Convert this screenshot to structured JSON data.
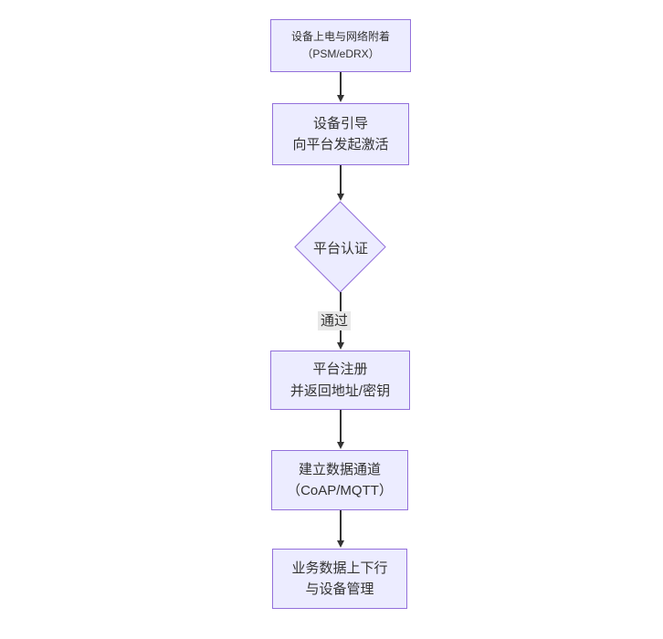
{
  "diagram": {
    "type": "flowchart",
    "direction": "top-to-bottom",
    "colors": {
      "node_fill": "#ECECFF",
      "node_border": "#9370DB",
      "edge_color": "#333333",
      "text_color": "#333333",
      "edge_label_bg": "#e8e8e8",
      "canvas_bg": "#ffffff"
    },
    "nodes": [
      {
        "id": "A",
        "shape": "rect",
        "line1": "设备上电与网络附着",
        "line2": "（PSM/eDRX）"
      },
      {
        "id": "B",
        "shape": "rect",
        "line1": "设备引导",
        "line2": "向平台发起激活"
      },
      {
        "id": "C",
        "shape": "diamond",
        "line1": "平台认证",
        "line2": ""
      },
      {
        "id": "D",
        "shape": "rect",
        "line1": "平台注册",
        "line2": "并返回地址/密钥"
      },
      {
        "id": "E",
        "shape": "rect",
        "line1": "建立数据通道",
        "line2": "（CoAP/MQTT）"
      },
      {
        "id": "F",
        "shape": "rect",
        "line1": "业务数据上下行",
        "line2": "与设备管理"
      }
    ],
    "edges": [
      {
        "from": "A",
        "to": "B",
        "label": ""
      },
      {
        "from": "B",
        "to": "C",
        "label": ""
      },
      {
        "from": "C",
        "to": "D",
        "label": "通过"
      },
      {
        "from": "D",
        "to": "E",
        "label": ""
      },
      {
        "from": "E",
        "to": "F",
        "label": ""
      }
    ]
  }
}
